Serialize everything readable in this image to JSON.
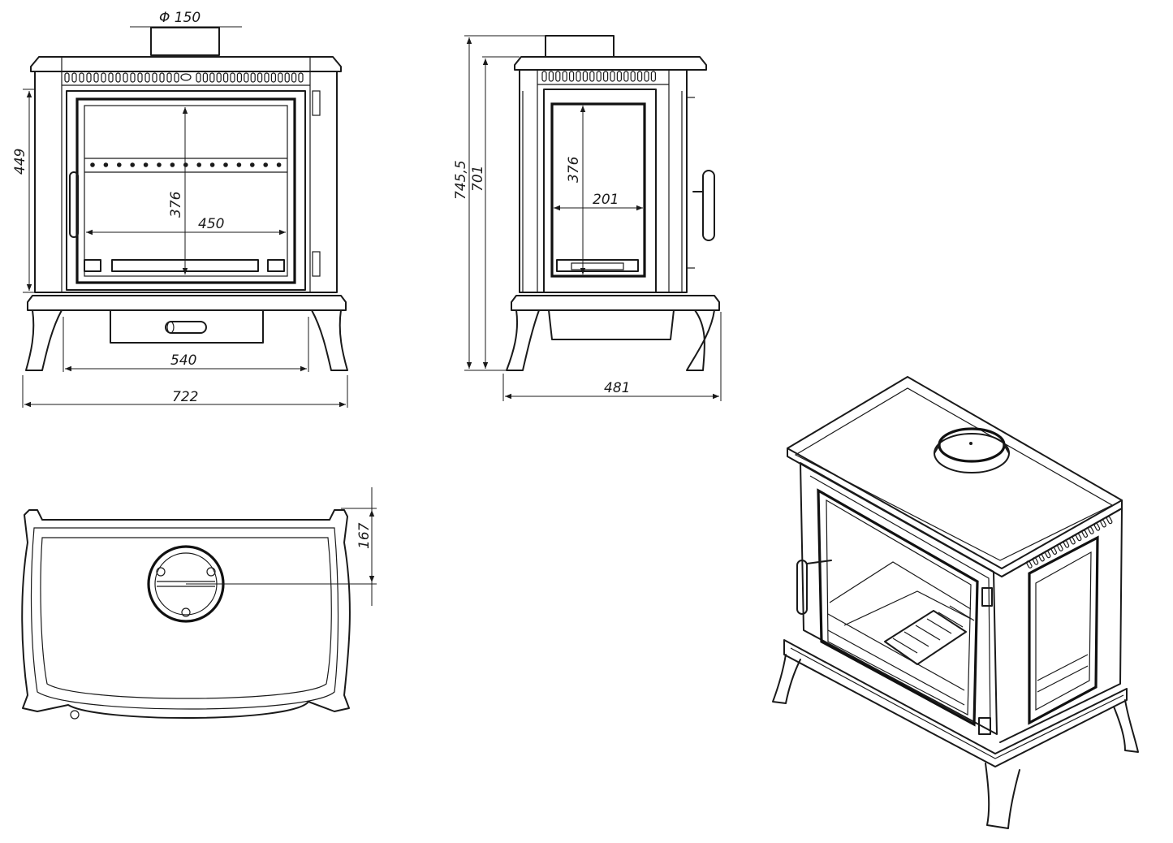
{
  "dimensions": {
    "flue_diameter": "Φ 150",
    "front_height": "449",
    "front_glass_height": "376",
    "front_glass_width": "450",
    "base_width": "540",
    "overall_width": "722",
    "side_overall_height": "745,5",
    "side_body_height": "701",
    "side_glass_height": "376",
    "side_glass_width": "201",
    "side_depth": "481",
    "flue_offset": "167"
  },
  "colors": {
    "line": "#1a1a1a",
    "background": "#ffffff"
  }
}
